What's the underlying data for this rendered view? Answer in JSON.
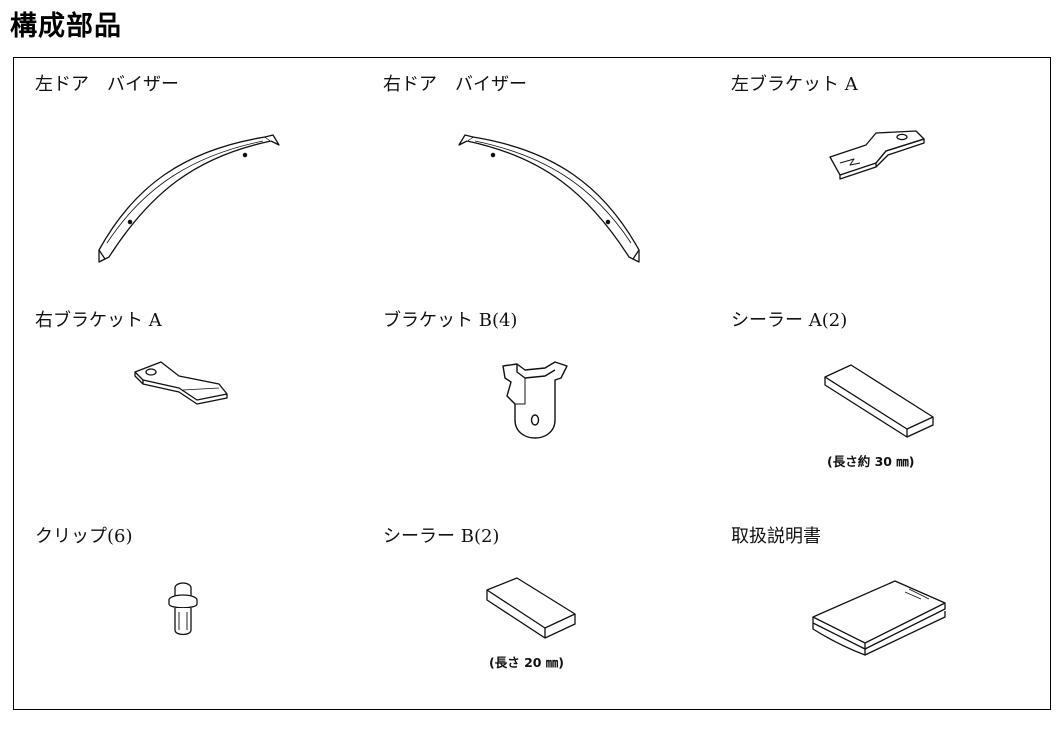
{
  "title": "構成部品",
  "parts": [
    {
      "id": "left-door-visor",
      "label": "左ドア　バイザー",
      "icon": "visor-left-drawing"
    },
    {
      "id": "right-door-visor",
      "label": "右ドア　バイザー",
      "icon": "visor-right-drawing"
    },
    {
      "id": "left-bracket-a",
      "label": "左ブラケット A",
      "icon": "bracket-a-left-drawing"
    },
    {
      "id": "right-bracket-a",
      "label": "右ブラケット A",
      "icon": "bracket-a-right-drawing"
    },
    {
      "id": "bracket-b",
      "label": "ブラケット B(4)",
      "icon": "bracket-b-drawing"
    },
    {
      "id": "sealer-a",
      "label": "シーラー A(2)",
      "icon": "sealer-pad-drawing",
      "note": "(長さ約 30 ㎜)"
    },
    {
      "id": "clip",
      "label": "クリップ(6)",
      "icon": "push-clip-drawing"
    },
    {
      "id": "sealer-b",
      "label": "シーラー B(2)",
      "icon": "sealer-pad-drawing",
      "note": "(長さ 20 ㎜)"
    },
    {
      "id": "manual",
      "label": "取扱説明書",
      "icon": "instruction-booklet-drawing"
    }
  ]
}
